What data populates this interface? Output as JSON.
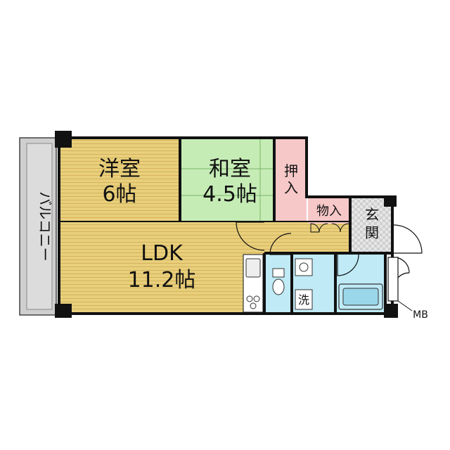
{
  "rooms": {
    "western": {
      "name": "洋室",
      "size": "6帖"
    },
    "japanese": {
      "name": "和室",
      "size": "4.5帖"
    },
    "ldk": {
      "name": "LDK",
      "size": "11.2帖"
    },
    "oshiire": {
      "name_chars": [
        "押",
        "入"
      ]
    },
    "storage": {
      "name": "物入"
    },
    "entrance": {
      "name_chars": [
        "玄",
        "関"
      ]
    },
    "balcony": {
      "name": "バルコニー"
    },
    "washer": {
      "name": "洗"
    },
    "meter_box": {
      "name": "MB"
    }
  },
  "colors": {
    "wood_floor": "#e8cf7c",
    "wood_grain": "#d6b25a",
    "tatami": "#c6ecb6",
    "oshiire": "#f7c8c8",
    "entrance_tile": "#d9d9d9",
    "wet_area": "#bfeaf6",
    "balcony": "#cfcfcf",
    "wall": "#111111"
  }
}
